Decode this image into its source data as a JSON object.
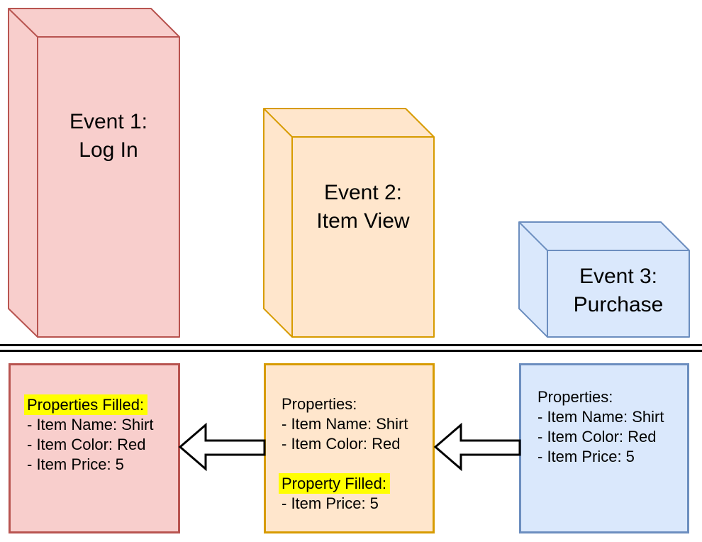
{
  "diagram": {
    "separator_color": "#000000",
    "highlight_color": "#FFFF00",
    "arrow": {
      "fill": "#FFFFFF",
      "stroke": "#000000"
    },
    "events": [
      {
        "title_lines": [
          "Event 1:",
          "Log In"
        ],
        "fill": "#F8CECC",
        "stroke": "#B85450"
      },
      {
        "title_lines": [
          "Event 2:",
          "Item View"
        ],
        "fill": "#FFE6CC",
        "stroke": "#D79B00"
      },
      {
        "title_lines": [
          "Event 3:",
          "Purchase"
        ],
        "fill": "#DAE8FC",
        "stroke": "#6C8EBF"
      }
    ],
    "panels": [
      {
        "lines": [
          {
            "text": "Properties Filled:",
            "highlight": true
          },
          {
            "text": "- Item Name: Shirt",
            "highlight": false
          },
          {
            "text": "- Item Color: Red",
            "highlight": false
          },
          {
            "text": "- Item Price: 5",
            "highlight": false
          }
        ]
      },
      {
        "lines": [
          {
            "text": "Properties:",
            "highlight": false
          },
          {
            "text": "- Item Name: Shirt",
            "highlight": false
          },
          {
            "text": "- Item Color: Red",
            "highlight": false
          },
          {
            "text": "",
            "highlight": false
          },
          {
            "text": "Property Filled:",
            "highlight": true
          },
          {
            "text": "- Item Price: 5",
            "highlight": false
          }
        ]
      },
      {
        "lines": [
          {
            "text": "Properties:",
            "highlight": false
          },
          {
            "text": "- Item Name: Shirt",
            "highlight": false
          },
          {
            "text": "- Item Color: Red",
            "highlight": false
          },
          {
            "text": "- Item Price: 5",
            "highlight": false
          }
        ]
      }
    ]
  }
}
